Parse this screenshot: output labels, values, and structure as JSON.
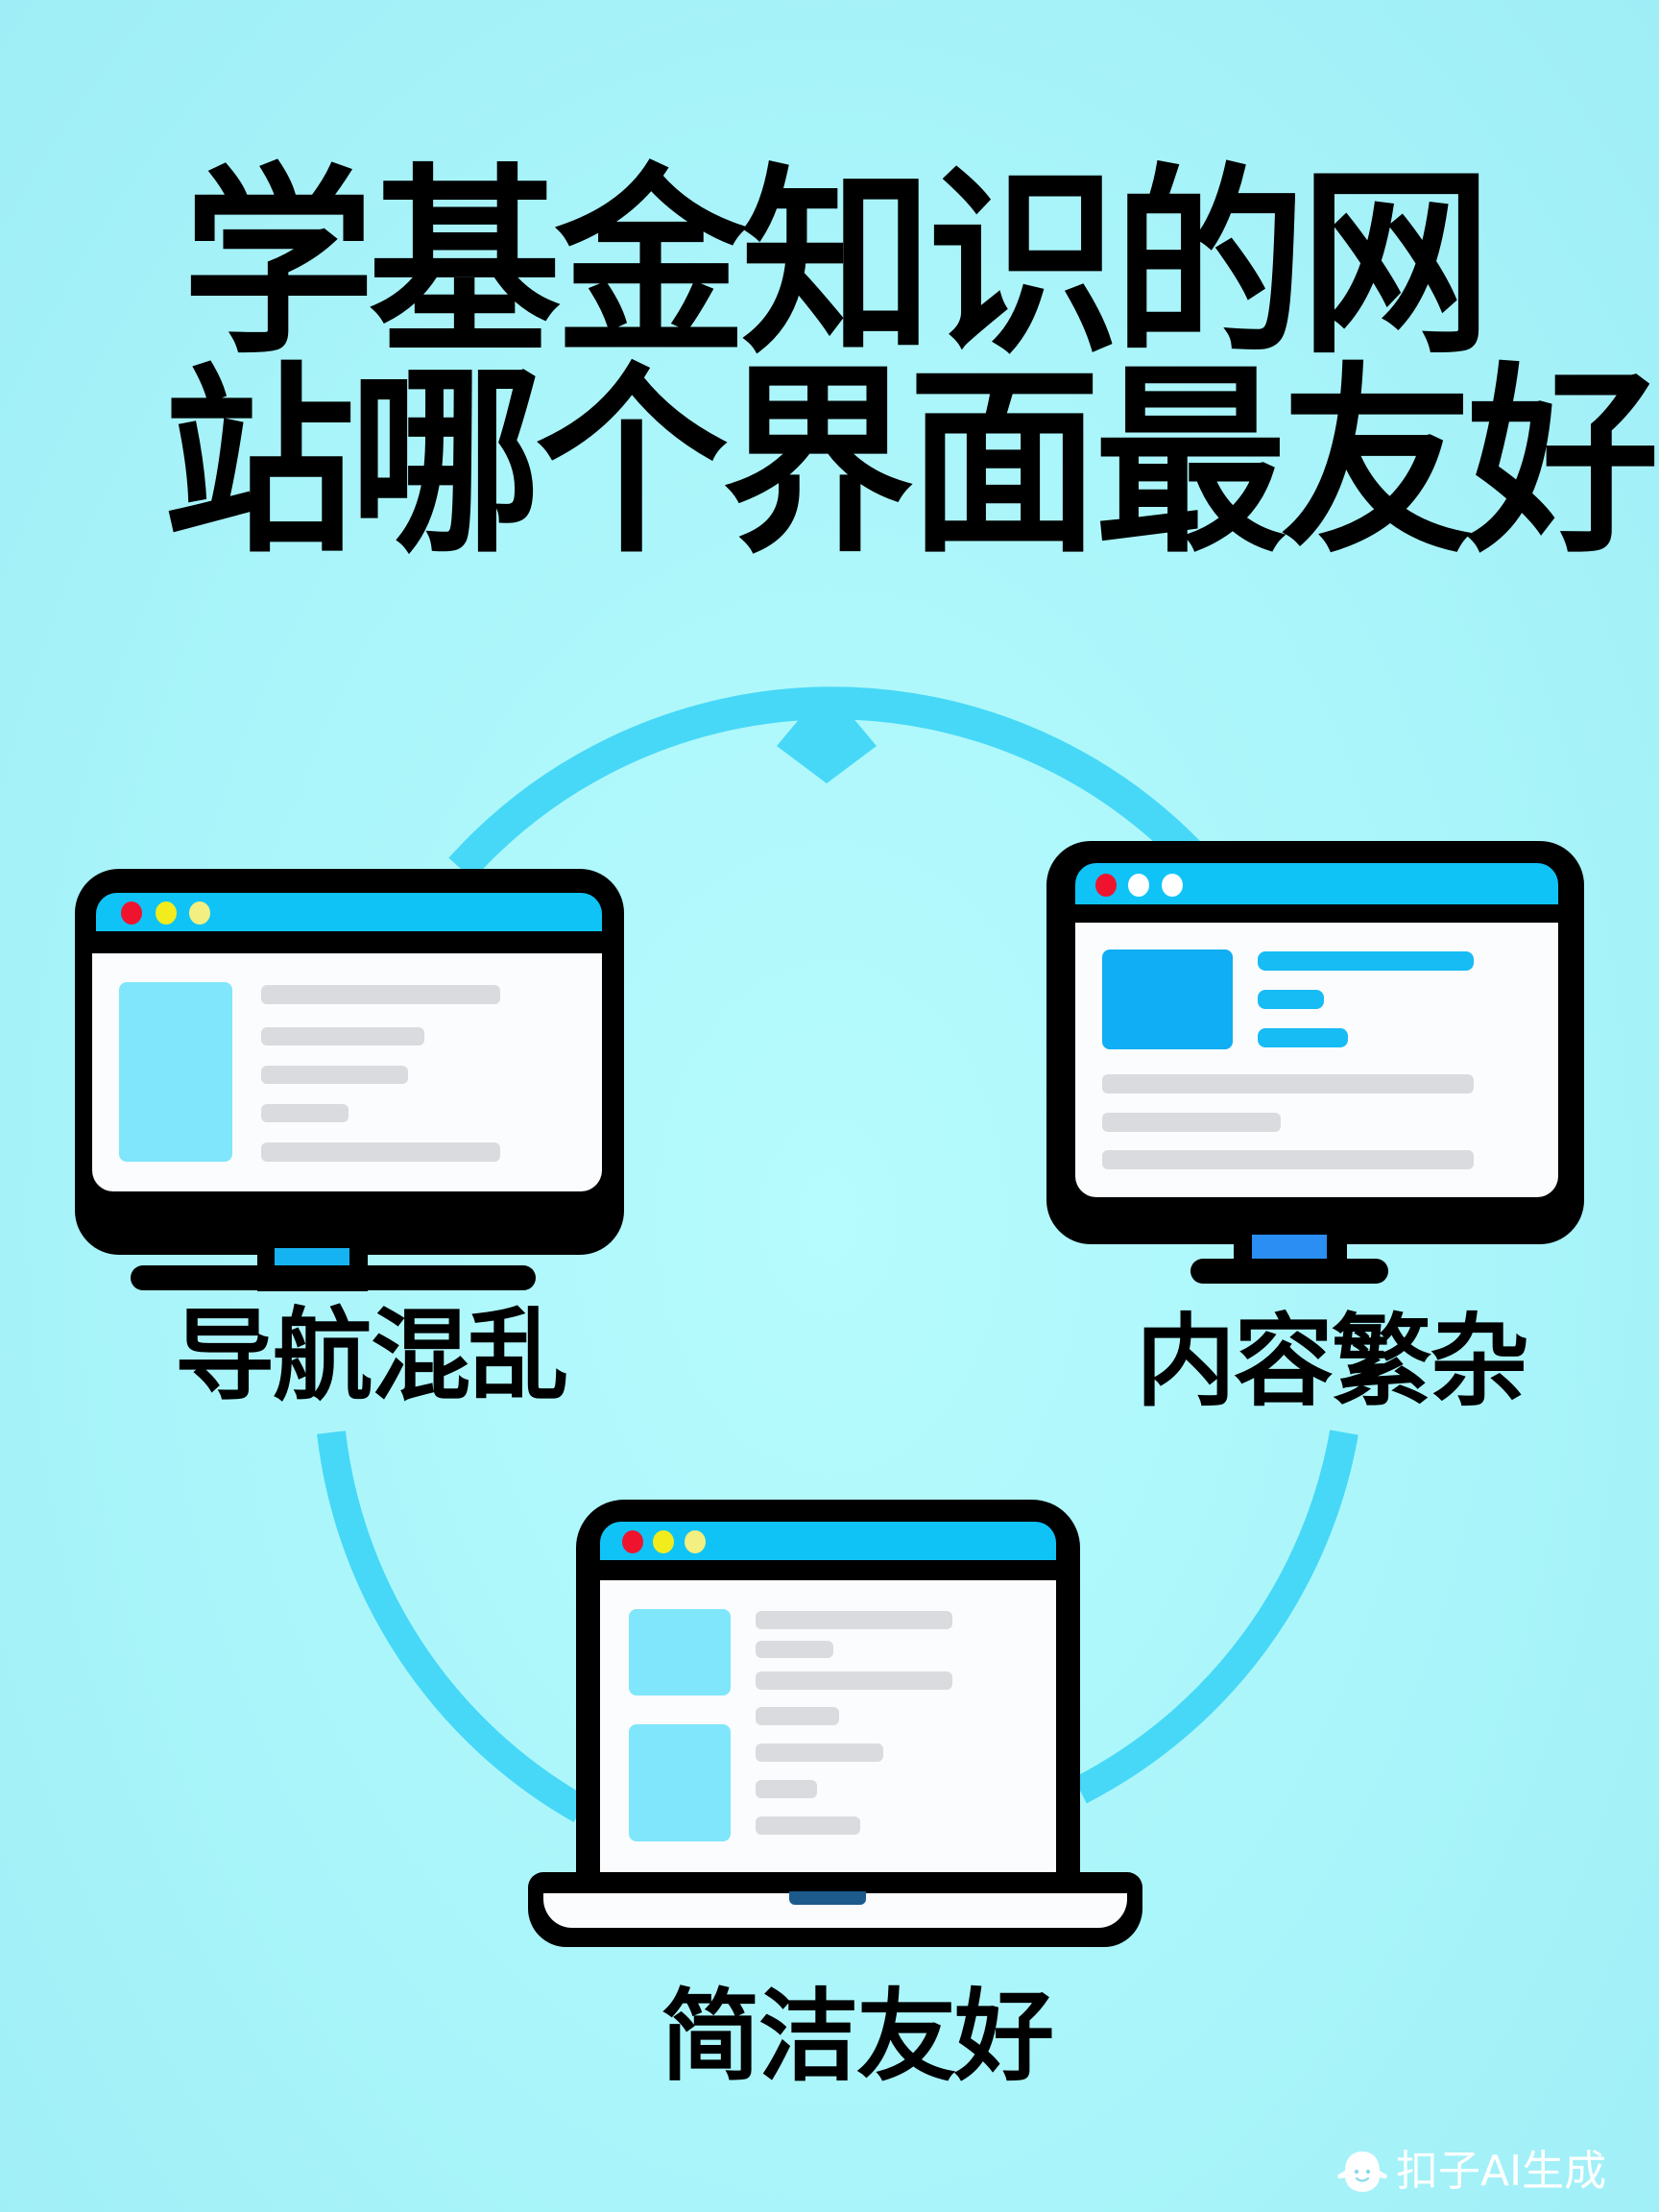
{
  "title": {
    "line1": "学基金知识的网",
    "line2": "站哪个界面最友好"
  },
  "cards": [
    {
      "id": "left-monitor",
      "label": "导航混乱",
      "device": "desktop-monitor",
      "dots": [
        "#f0132e",
        "#f2ec1c",
        "#f3ef80"
      ]
    },
    {
      "id": "right-monitor",
      "label": "内容繁杂",
      "device": "desktop-monitor",
      "dots": [
        "#f0132e",
        "#ffffff",
        "#ffffff"
      ]
    },
    {
      "id": "bottom-laptop",
      "label": "简洁友好",
      "device": "laptop",
      "dots": [
        "#f0132e",
        "#f2ec1c",
        "#f3ef80"
      ]
    }
  ],
  "colors": {
    "background": "#aaf6fa",
    "ring": "#47d8f7",
    "titlebar": "#0fc3f7",
    "light_block": "#7fe6fb",
    "strong_block": "#10aef4",
    "gray_bar": "#d9dbdf",
    "stand_accent": "#16b3f2"
  },
  "watermark": {
    "icon": "ghost-mascot-icon",
    "text": "扣子AI生成"
  }
}
